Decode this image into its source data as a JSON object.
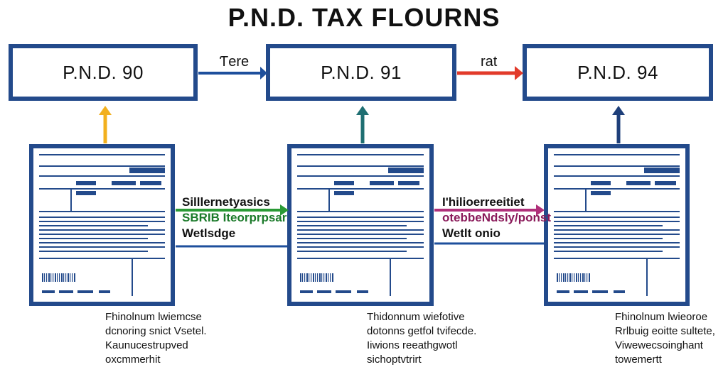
{
  "title": "P.N.D. TAX FLOURNS",
  "forms": [
    {
      "label": "P.N.D. 90",
      "doc_header": "▬▬▬▬▬▬",
      "caption": [
        "Fhinolnum lwiemcse",
        "dcnoring snict Vsetel.",
        "Kaunucestrupved",
        "oxcmmerhit"
      ]
    },
    {
      "label": "P.N.D. 91",
      "doc_header": "▬▬▬▬▬",
      "caption": [
        "Thidonnum wiefotive",
        "dotonns getfol tvifecde.",
        "Iiwions reeathgwotl",
        "sichoptvtrirt"
      ]
    },
    {
      "label": "P.N.D. 94",
      "doc_header": "▬▬▬▬▬",
      "caption": [
        "Fhinolnum lwieoroe",
        "Rrlbuig eoitte sultete,",
        "Viwewecsoinghant",
        "towemertt"
      ]
    }
  ],
  "top_links": [
    {
      "label": "Ƭere",
      "color": "#1e4f9c"
    },
    {
      "label": "rat",
      "color": "#e23a2a"
    }
  ],
  "middle_links": [
    {
      "lines": [
        "Silllernetyasics",
        "SBRIB Iteorprpsar",
        "Wetlsdge"
      ],
      "line_colors": [
        "#111111",
        "#1b7a2a",
        "#111111"
      ],
      "arrow_color": "#2a9a35"
    },
    {
      "lines": [
        "I'hilioerreeitiet",
        "otebbeNdsly/ponst",
        "Wetlt onio"
      ],
      "line_colors": [
        "#111111",
        "#8a1a5a",
        "#111111"
      ],
      "arrow_color": "#b0307a"
    }
  ],
  "up_arrow_colors": [
    "#f2b01e",
    "#1f6f72",
    "#1e3f7a"
  ]
}
